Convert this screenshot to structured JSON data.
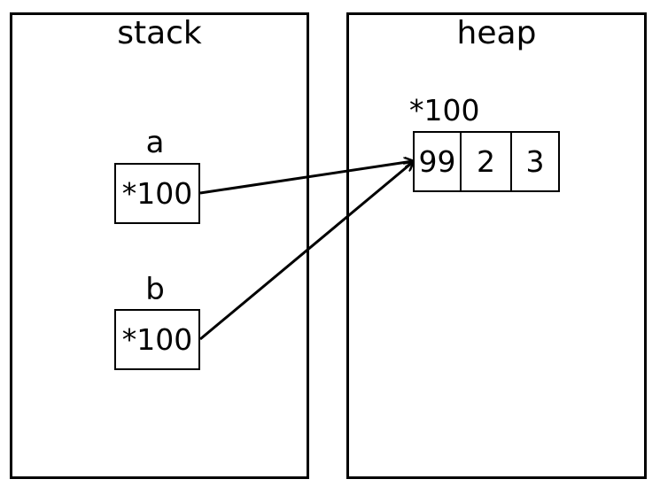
{
  "stack": {
    "title": "stack",
    "variables": [
      {
        "name": "a",
        "value": "*100"
      },
      {
        "name": "b",
        "value": "*100"
      }
    ]
  },
  "heap": {
    "title": "heap",
    "address": "*100",
    "array": [
      "99",
      "2",
      "3"
    ]
  },
  "colors": {
    "stroke": "#000000",
    "background": "#ffffff"
  }
}
